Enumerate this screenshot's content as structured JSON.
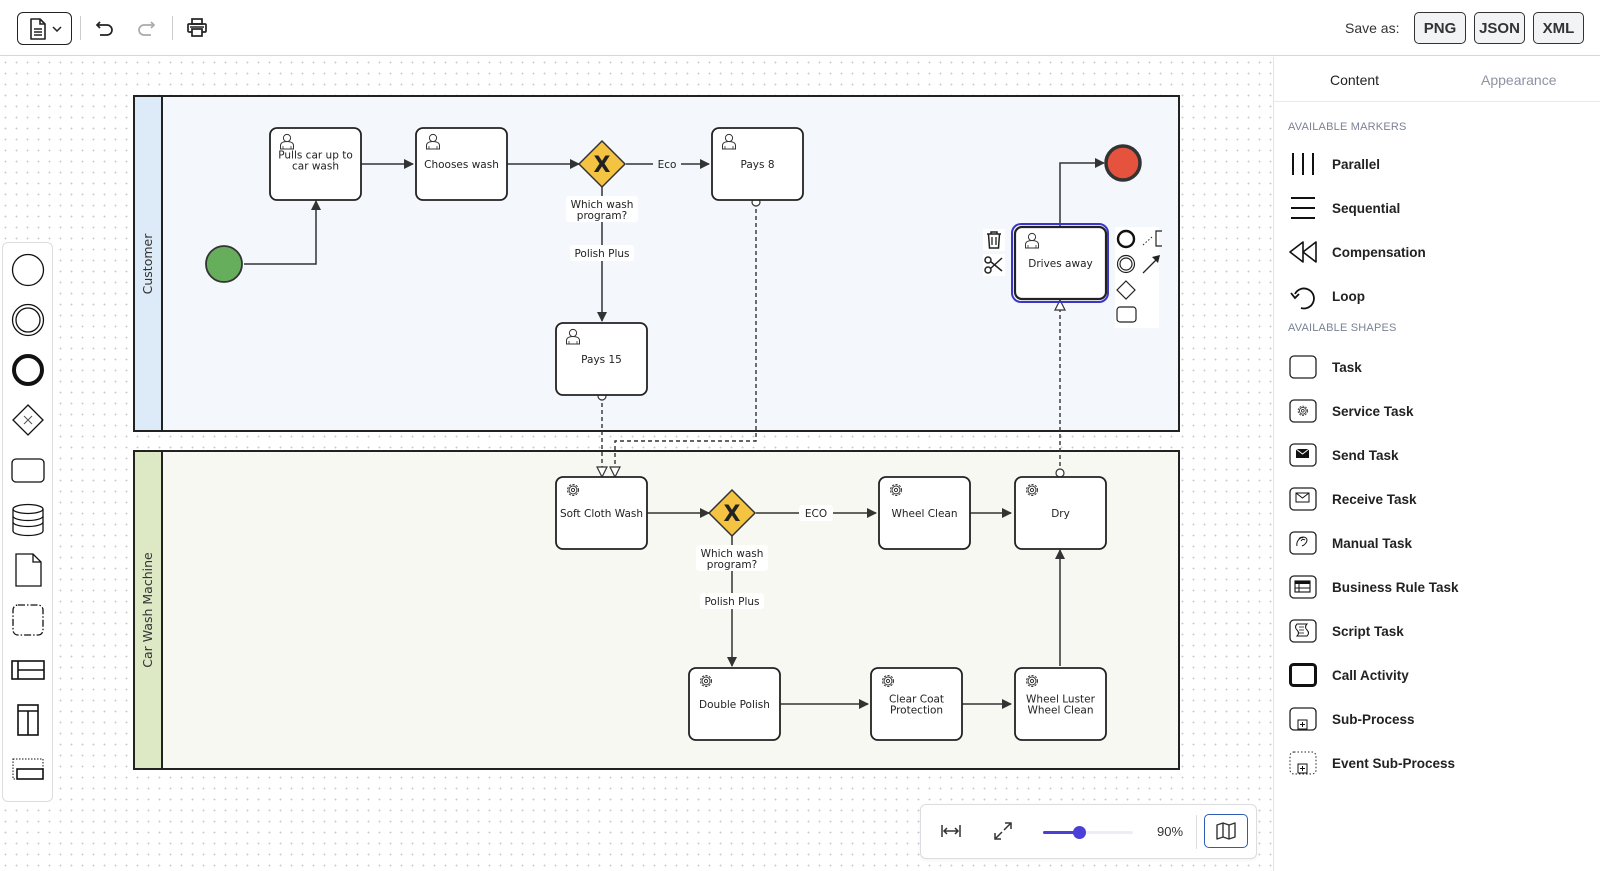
{
  "toolbar": {
    "file_menu_icon": "document-icon",
    "undo_icon": "undo-icon",
    "redo_icon": "redo-icon",
    "print_icon": "print-icon",
    "save_as_label": "Save as:",
    "save_buttons": [
      "PNG",
      "JSON",
      "XML"
    ]
  },
  "toolbox": {
    "tools": [
      "start-event",
      "intermediate-event",
      "end-event",
      "exclusive-gateway",
      "task",
      "data-store",
      "data-object",
      "group",
      "horizontal-pool",
      "vertical-pool",
      "lane"
    ]
  },
  "panel": {
    "tabs": [
      {
        "label": "Content",
        "active": true
      },
      {
        "label": "Appearance",
        "active": false
      }
    ],
    "markers_title": "AVAILABLE MARKERS",
    "markers": [
      {
        "label": "Parallel",
        "icon": "parallel-marker-icon"
      },
      {
        "label": "Sequential",
        "icon": "sequential-marker-icon"
      },
      {
        "label": "Compensation",
        "icon": "compensation-marker-icon"
      },
      {
        "label": "Loop",
        "icon": "loop-marker-icon"
      }
    ],
    "shapes_title": "AVAILABLE SHAPES",
    "shapes": [
      {
        "label": "Task",
        "icon": "task-icon"
      },
      {
        "label": "Service Task",
        "icon": "service-task-icon"
      },
      {
        "label": "Send Task",
        "icon": "send-task-icon"
      },
      {
        "label": "Receive Task",
        "icon": "receive-task-icon"
      },
      {
        "label": "Manual Task",
        "icon": "manual-task-icon"
      },
      {
        "label": "Business Rule Task",
        "icon": "business-rule-task-icon"
      },
      {
        "label": "Script Task",
        "icon": "script-task-icon"
      },
      {
        "label": "Call Activity",
        "icon": "call-activity-icon"
      },
      {
        "label": "Sub-Process",
        "icon": "sub-process-icon"
      },
      {
        "label": "Event Sub-Process",
        "icon": "event-sub-process-icon"
      }
    ]
  },
  "diagram": {
    "lanes": [
      {
        "name": "Customer",
        "header_color": "#dcebf7",
        "body_color": "#f4f8fc"
      },
      {
        "name": "Car Wash Machine",
        "header_color": "#dde8c5",
        "body_color": "#f7f8f1"
      }
    ],
    "tasks": {
      "pulls": {
        "lines": [
          "Pulls car up to",
          "car wash"
        ],
        "type": "user"
      },
      "chooses": {
        "lines": [
          "Chooses wash"
        ],
        "type": "user"
      },
      "pays8": {
        "lines": [
          "Pays 8"
        ],
        "type": "user"
      },
      "pays15": {
        "lines": [
          "Pays 15"
        ],
        "type": "user"
      },
      "drives": {
        "lines": [
          "Drives away"
        ],
        "type": "user",
        "selected": true
      },
      "softcloth": {
        "lines": [
          "Soft Cloth Wash"
        ],
        "type": "service"
      },
      "wheelclean": {
        "lines": [
          "Wheel Clean"
        ],
        "type": "service"
      },
      "dry": {
        "lines": [
          "Dry"
        ],
        "type": "service"
      },
      "doublepolish": {
        "lines": [
          "Double Polish"
        ],
        "type": "service"
      },
      "clearcoat": {
        "lines": [
          "Clear Coat",
          "Protection"
        ],
        "type": "service"
      },
      "wheelluster": {
        "lines": [
          "Wheel Luster",
          "Wheel Clean"
        ],
        "type": "service"
      }
    },
    "gateways": {
      "g1": {
        "lines": [
          "Which wash",
          "program?"
        ]
      },
      "g2": {
        "lines": [
          "Which wash",
          "program?"
        ]
      }
    },
    "flow_labels": {
      "g1_eco": "Eco",
      "g1_polish": "Polish Plus",
      "g2_eco": "ECO",
      "g2_polish": "Polish Plus"
    },
    "colors": {
      "start": "#66ad5c",
      "end": "#e5533f",
      "gateway": "#f5c342",
      "selection": "#3b35c9"
    }
  },
  "zoom": {
    "fit_icon": "fit-width-icon",
    "fullscreen_icon": "expand-icon",
    "value_percent": 90,
    "label": "90%",
    "slider_fraction": 0.4,
    "minimap_icon": "map-icon"
  }
}
